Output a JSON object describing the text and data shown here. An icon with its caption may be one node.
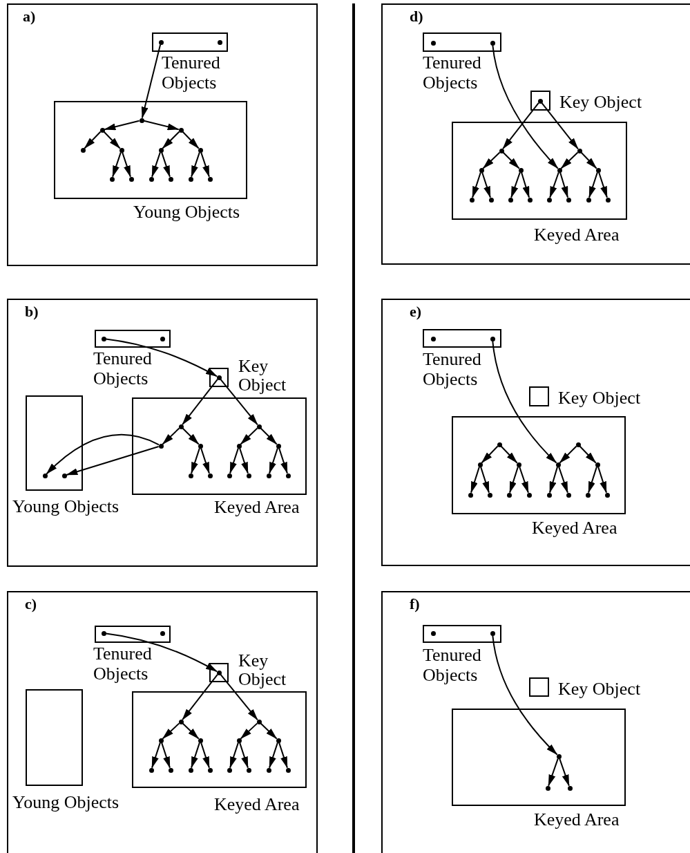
{
  "diagram": {
    "nodes": [
      {
        "text": [
          "a)"
        ]
      },
      {
        "text": [
          "Tenured Objects"
        ],
        "in": 0
      },
      {
        "text": [],
        "shape": "circle",
        "in": 1
      },
      {
        "text": [],
        "shape": "circle",
        "in": 1
      },
      {
        "text": [
          "Young Objects"
        ],
        "in": 0
      },
      {
        "text": [],
        "shape": "circle",
        "in": 4
      },
      {
        "text": [],
        "shape": "circle",
        "in": 4
      },
      {
        "text": [],
        "shape": "circle",
        "in": 4
      },
      {
        "text": [],
        "shape": "circle",
        "in": 4
      },
      {
        "text": [],
        "shape": "circle",
        "in": 4
      },
      {
        "text": [],
        "shape": "circle",
        "in": 4
      },
      {
        "text": [],
        "shape": "circle",
        "in": 4
      },
      {
        "text": [],
        "shape": "circle",
        "in": 4
      },
      {
        "text": [],
        "shape": "circle",
        "in": 4
      },
      {
        "text": [],
        "shape": "circle",
        "in": 4
      },
      {
        "text": [],
        "shape": "circle",
        "in": 4
      },
      {
        "text": [],
        "shape": "circle",
        "in": 4
      },
      {
        "text": [],
        "shape": "circle",
        "in": 4
      },
      {
        "text": [
          "b)"
        ]
      },
      {
        "text": [
          "Tenured Objects"
        ],
        "in": 18
      },
      {
        "text": [],
        "shape": "circle",
        "in": 19
      },
      {
        "text": [],
        "shape": "circle",
        "in": 19
      },
      {
        "text": [
          "Young Objects"
        ],
        "in": 18
      },
      {
        "text": [],
        "shape": "circle",
        "in": 22
      },
      {
        "text": [],
        "shape": "circle",
        "in": 22
      },
      {
        "text": [
          "Key Object"
        ],
        "in": 18
      },
      {
        "text": [],
        "shape": "circle",
        "in": 25
      },
      {
        "text": [
          "Keyed Area"
        ],
        "in": 18
      },
      {
        "text": [],
        "shape": "circle",
        "in": 27
      },
      {
        "text": [],
        "shape": "circle",
        "in": 27
      },
      {
        "text": [],
        "shape": "circle",
        "in": 27
      },
      {
        "text": [],
        "shape": "circle",
        "in": 27
      },
      {
        "text": [],
        "shape": "circle",
        "in": 27
      },
      {
        "text": [],
        "shape": "circle",
        "in": 27
      },
      {
        "text": [],
        "shape": "circle",
        "in": 27
      },
      {
        "text": [],
        "shape": "circle",
        "in": 27
      },
      {
        "text": [],
        "shape": "circle",
        "in": 27
      },
      {
        "text": [],
        "shape": "circle",
        "in": 27
      },
      {
        "text": [],
        "shape": "circle",
        "in": 27
      },
      {
        "text": [],
        "shape": "circle",
        "in": 27
      },
      {
        "text": [
          "c)"
        ]
      },
      {
        "text": [
          "Tenured Objects"
        ],
        "in": 40
      },
      {
        "text": [],
        "shape": "circle",
        "in": 41
      },
      {
        "text": [],
        "shape": "circle",
        "in": 41
      },
      {
        "text": [
          "Young Objects"
        ],
        "in": 40
      },
      {
        "text": [
          "Key Object"
        ],
        "in": 40
      },
      {
        "text": [],
        "shape": "circle",
        "in": 45
      },
      {
        "text": [
          "Keyed Area"
        ],
        "in": 40
      },
      {
        "text": [],
        "shape": "circle",
        "in": 47
      },
      {
        "text": [],
        "shape": "circle",
        "in": 47
      },
      {
        "text": [],
        "shape": "circle",
        "in": 47
      },
      {
        "text": [],
        "shape": "circle",
        "in": 47
      },
      {
        "text": [],
        "shape": "circle",
        "in": 47
      },
      {
        "text": [],
        "shape": "circle",
        "in": 47
      },
      {
        "text": [],
        "shape": "circle",
        "in": 47
      },
      {
        "text": [],
        "shape": "circle",
        "in": 47
      },
      {
        "text": [],
        "shape": "circle",
        "in": 47
      },
      {
        "text": [],
        "shape": "circle",
        "in": 47
      },
      {
        "text": [],
        "shape": "circle",
        "in": 47
      },
      {
        "text": [],
        "shape": "circle",
        "in": 47
      },
      {
        "text": [],
        "shape": "circle",
        "in": 47
      },
      {
        "text": [],
        "shape": "circle",
        "in": 47
      },
      {
        "text": [
          "d)"
        ]
      },
      {
        "text": [
          "Tenured Objects"
        ],
        "in": 62
      },
      {
        "text": [],
        "shape": "circle",
        "in": 63
      },
      {
        "text": [],
        "shape": "circle",
        "in": 63
      },
      {
        "text": [
          "Key Object"
        ],
        "in": 62
      },
      {
        "text": [],
        "shape": "circle",
        "in": 66
      },
      {
        "text": [
          "Keyed Area"
        ],
        "in": 62
      },
      {
        "text": [],
        "shape": "circle",
        "in": 68
      },
      {
        "text": [],
        "shape": "circle",
        "in": 68
      },
      {
        "text": [],
        "shape": "circle",
        "in": 68
      },
      {
        "text": [],
        "shape": "circle",
        "in": 68
      },
      {
        "text": [],
        "shape": "circle",
        "in": 68
      },
      {
        "text": [],
        "shape": "circle",
        "in": 68
      },
      {
        "text": [],
        "shape": "circle",
        "in": 68
      },
      {
        "text": [],
        "shape": "circle",
        "in": 68
      },
      {
        "text": [],
        "shape": "circle",
        "in": 68
      },
      {
        "text": [],
        "shape": "circle",
        "in": 68
      },
      {
        "text": [],
        "shape": "circle",
        "in": 68
      },
      {
        "text": [],
        "shape": "circle",
        "in": 68
      },
      {
        "text": [],
        "shape": "circle",
        "in": 68
      },
      {
        "text": [],
        "shape": "circle",
        "in": 68
      },
      {
        "text": [
          "e)"
        ]
      },
      {
        "text": [
          "Tenured Objects"
        ],
        "in": 83
      },
      {
        "text": [],
        "shape": "circle",
        "in": 84
      },
      {
        "text": [],
        "shape": "circle",
        "in": 84
      },
      {
        "text": [
          "Key Object"
        ],
        "in": 83
      },
      {
        "text": [
          "Keyed Area"
        ],
        "in": 83
      },
      {
        "text": [],
        "shape": "circle",
        "in": 88
      },
      {
        "text": [],
        "shape": "circle",
        "in": 88
      },
      {
        "text": [],
        "shape": "circle",
        "in": 88
      },
      {
        "text": [],
        "shape": "circle",
        "in": 88
      },
      {
        "text": [],
        "shape": "circle",
        "in": 88
      },
      {
        "text": [],
        "shape": "circle",
        "in": 88
      },
      {
        "text": [],
        "shape": "circle",
        "in": 88
      },
      {
        "text": [],
        "shape": "circle",
        "in": 88
      },
      {
        "text": [],
        "shape": "circle",
        "in": 88
      },
      {
        "text": [],
        "shape": "circle",
        "in": 88
      },
      {
        "text": [],
        "shape": "circle",
        "in": 88
      },
      {
        "text": [],
        "shape": "circle",
        "in": 88
      },
      {
        "text": [],
        "shape": "circle",
        "in": 88
      },
      {
        "text": [],
        "shape": "circle",
        "in": 88
      },
      {
        "text": [
          "f)"
        ]
      },
      {
        "text": [
          "Tenured Objects"
        ],
        "in": 103
      },
      {
        "text": [],
        "shape": "circle",
        "in": 104
      },
      {
        "text": [],
        "shape": "circle",
        "in": 104
      },
      {
        "text": [
          "Key Object"
        ],
        "in": 103
      },
      {
        "text": [
          "Keyed Area"
        ],
        "in": 103
      },
      {
        "text": [],
        "shape": "circle",
        "in": 108
      },
      {
        "text": [],
        "shape": "circle",
        "in": 108
      },
      {
        "text": [],
        "shape": "circle",
        "in": 108
      }
    ],
    "edges": [
      {
        "from": 2,
        "to": 5,
        "arrow": "to"
      },
      {
        "from": 5,
        "to": 6,
        "arrow": "to"
      },
      {
        "from": 5,
        "to": 7,
        "arrow": "to"
      },
      {
        "from": 6,
        "to": 8,
        "arrow": "to"
      },
      {
        "from": 6,
        "to": 9,
        "arrow": "to"
      },
      {
        "from": 7,
        "to": 10,
        "arrow": "to"
      },
      {
        "from": 7,
        "to": 11,
        "arrow": "to"
      },
      {
        "from": 9,
        "to": 12,
        "arrow": "to"
      },
      {
        "from": 9,
        "to": 13,
        "arrow": "to"
      },
      {
        "from": 10,
        "to": 14,
        "arrow": "to"
      },
      {
        "from": 10,
        "to": 15,
        "arrow": "to"
      },
      {
        "from": 11,
        "to": 16,
        "arrow": "to"
      },
      {
        "from": 11,
        "to": 17,
        "arrow": "to"
      },
      {
        "from": 20,
        "to": 26,
        "arrow": "to"
      },
      {
        "from": 26,
        "to": 28,
        "arrow": "to"
      },
      {
        "from": 26,
        "to": 29,
        "arrow": "to"
      },
      {
        "from": 28,
        "to": 30,
        "arrow": "to"
      },
      {
        "from": 28,
        "to": 31,
        "arrow": "to"
      },
      {
        "from": 29,
        "to": 32,
        "arrow": "to"
      },
      {
        "from": 29,
        "to": 33,
        "arrow": "to"
      },
      {
        "from": 30,
        "to": 23,
        "arrow": "to"
      },
      {
        "from": 30,
        "to": 24,
        "arrow": "to"
      },
      {
        "from": 31,
        "to": 34,
        "arrow": "to"
      },
      {
        "from": 31,
        "to": 35,
        "arrow": "to"
      },
      {
        "from": 32,
        "to": 36,
        "arrow": "to"
      },
      {
        "from": 32,
        "to": 37,
        "arrow": "to"
      },
      {
        "from": 33,
        "to": 38,
        "arrow": "to"
      },
      {
        "from": 33,
        "to": 39,
        "arrow": "to"
      },
      {
        "from": 42,
        "to": 46,
        "arrow": "to"
      },
      {
        "from": 46,
        "to": 48,
        "arrow": "to"
      },
      {
        "from": 46,
        "to": 49,
        "arrow": "to"
      },
      {
        "from": 48,
        "to": 50,
        "arrow": "to"
      },
      {
        "from": 48,
        "to": 51,
        "arrow": "to"
      },
      {
        "from": 49,
        "to": 52,
        "arrow": "to"
      },
      {
        "from": 49,
        "to": 53,
        "arrow": "to"
      },
      {
        "from": 50,
        "to": 54,
        "arrow": "to"
      },
      {
        "from": 50,
        "to": 55,
        "arrow": "to"
      },
      {
        "from": 51,
        "to": 56,
        "arrow": "to"
      },
      {
        "from": 51,
        "to": 57,
        "arrow": "to"
      },
      {
        "from": 52,
        "to": 58,
        "arrow": "to"
      },
      {
        "from": 52,
        "to": 59,
        "arrow": "to"
      },
      {
        "from": 53,
        "to": 60,
        "arrow": "to"
      },
      {
        "from": 53,
        "to": 61,
        "arrow": "to"
      },
      {
        "from": 65,
        "to": 73,
        "arrow": "to"
      },
      {
        "from": 67,
        "to": 69,
        "arrow": "to"
      },
      {
        "from": 67,
        "to": 70,
        "arrow": "to"
      },
      {
        "from": 69,
        "to": 71,
        "arrow": "to"
      },
      {
        "from": 69,
        "to": 72,
        "arrow": "to"
      },
      {
        "from": 70,
        "to": 73,
        "arrow": "to"
      },
      {
        "from": 70,
        "to": 74,
        "arrow": "to"
      },
      {
        "from": 71,
        "to": 75,
        "arrow": "to"
      },
      {
        "from": 71,
        "to": 76,
        "arrow": "to"
      },
      {
        "from": 72,
        "to": 77,
        "arrow": "to"
      },
      {
        "from": 72,
        "to": 78,
        "arrow": "to"
      },
      {
        "from": 73,
        "to": 79,
        "arrow": "to"
      },
      {
        "from": 73,
        "to": 80,
        "arrow": "to"
      },
      {
        "from": 74,
        "to": 81,
        "arrow": "to"
      },
      {
        "from": 74,
        "to": 82,
        "arrow": "to"
      },
      {
        "from": 86,
        "to": 97,
        "arrow": "to"
      },
      {
        "from": 89,
        "to": 90,
        "arrow": "to"
      },
      {
        "from": 89,
        "to": 91,
        "arrow": "to"
      },
      {
        "from": 90,
        "to": 92,
        "arrow": "to"
      },
      {
        "from": 90,
        "to": 93,
        "arrow": "to"
      },
      {
        "from": 91,
        "to": 94,
        "arrow": "to"
      },
      {
        "from": 91,
        "to": 95,
        "arrow": "to"
      },
      {
        "from": 96,
        "to": 97,
        "arrow": "to"
      },
      {
        "from": 96,
        "to": 98,
        "arrow": "to"
      },
      {
        "from": 97,
        "to": 99,
        "arrow": "to"
      },
      {
        "from": 97,
        "to": 100,
        "arrow": "to"
      },
      {
        "from": 98,
        "to": 101,
        "arrow": "to"
      },
      {
        "from": 98,
        "to": 102,
        "arrow": "to"
      },
      {
        "from": 106,
        "to": 109,
        "arrow": "to"
      },
      {
        "from": 109,
        "to": 110,
        "arrow": "to"
      },
      {
        "from": 109,
        "to": 111,
        "arrow": "to"
      }
    ]
  }
}
